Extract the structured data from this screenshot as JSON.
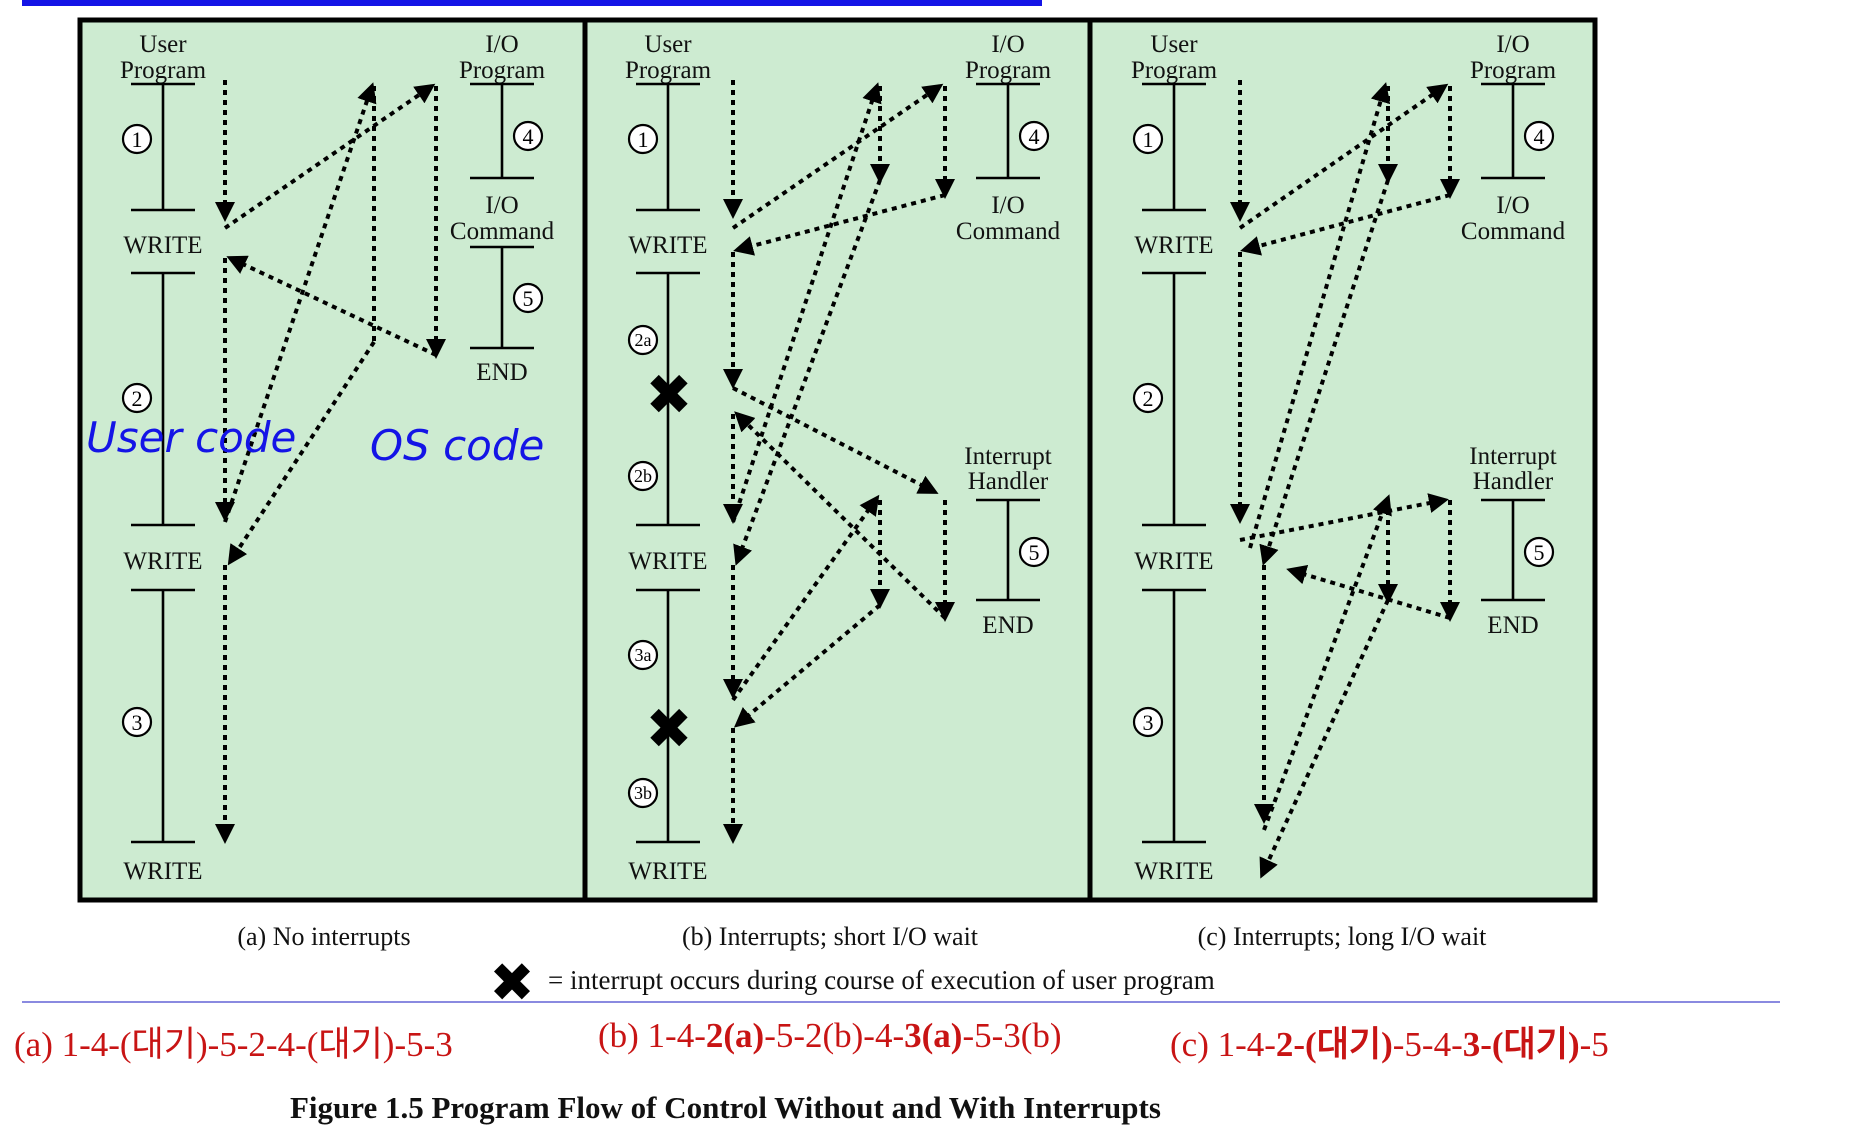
{
  "panels": [
    {
      "user_label_1": "User",
      "user_label_2": "Program",
      "io_label_1": "I/O",
      "io_label_2": "Program",
      "io_cmd_1": "I/O",
      "io_cmd_2": "Command",
      "end_label": "END",
      "write": "WRITE",
      "segments": [
        "1",
        "2",
        "3"
      ],
      "io_segments": [
        "4",
        "5"
      ],
      "caption": "(a) No interrupts"
    },
    {
      "user_label_1": "User",
      "user_label_2": "Program",
      "io_label_1": "I/O",
      "io_label_2": "Program",
      "io_cmd_1": "I/O",
      "io_cmd_2": "Command",
      "handler_1": "Interrupt",
      "handler_2": "Handler",
      "end_label": "END",
      "write": "WRITE",
      "segments": [
        "1",
        "2a",
        "2b",
        "3a",
        "3b"
      ],
      "io_segments": [
        "4",
        "5"
      ],
      "caption": "(b) Interrupts; short I/O wait"
    },
    {
      "user_label_1": "User",
      "user_label_2": "Program",
      "io_label_1": "I/O",
      "io_label_2": "Program",
      "io_cmd_1": "I/O",
      "io_cmd_2": "Command",
      "handler_1": "Interrupt",
      "handler_2": "Handler",
      "end_label": "END",
      "write": "WRITE",
      "segments": [
        "1",
        "2",
        "3"
      ],
      "io_segments": [
        "4",
        "5"
      ],
      "caption": "(c) Interrupts; long I/O wait"
    }
  ],
  "annotations": {
    "user_code": "User code",
    "os_code": "OS code"
  },
  "legend": {
    "text": "= interrupt occurs during course of execution of user program"
  },
  "sequences": {
    "a": "(a) 1-4-(대기)-5-2-4-(대기)-5-3",
    "b_p1": "(b) 1-4-",
    "b_b1": "2(a)",
    "b_p2": "-5-2(b)-4-",
    "b_b2": "3(a)",
    "b_p3": "-5-3(b)",
    "c_p1": "(c) 1-4-",
    "c_b1": "2-(대기)",
    "c_p2": "-5-4-",
    "c_b2": "3-(대기)",
    "c_p3": "-5"
  },
  "figure_title": "Figure 1.5 Program Flow of Control Without and With Interrupts",
  "colors": {
    "panel_bg": "#cdebd1",
    "top_bar": "#1414e6",
    "annotation": "#1414e6",
    "sequence": "#c81414",
    "divider": "#8a8ae0"
  },
  "icons": {
    "interrupt": "x-mark-icon"
  }
}
